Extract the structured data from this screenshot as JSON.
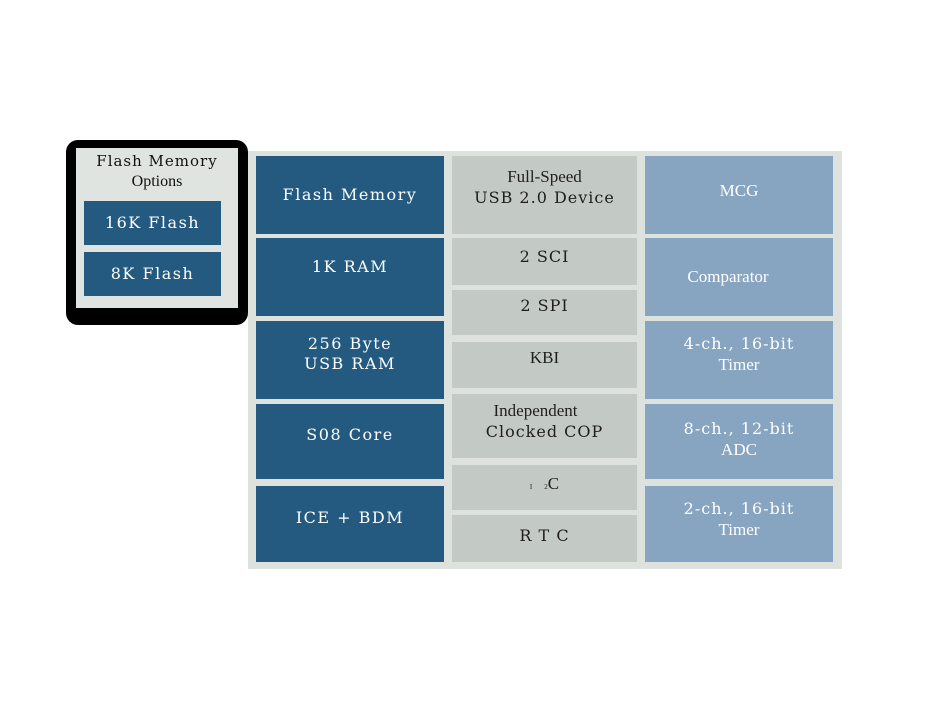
{
  "options": {
    "title_line1": "Flash Memory",
    "title_line2": "Options",
    "items": [
      "16K Flash",
      "8K Flash"
    ]
  },
  "col1": [
    "Flash Memory",
    "1K RAM",
    "256 Byte",
    "USB RAM",
    "S08 Core",
    "ICE + BDM"
  ],
  "col2": {
    "usb_line1": "Full-Speed",
    "usb_line2": "USB 2.0 Device",
    "sci": "2 SCI",
    "spi": "2 SPI",
    "kbi": "KBI",
    "cop_line1": "Independent",
    "cop_line2": "Clocked COP",
    "i2c_sub1": "I",
    "i2c_sub2": "2",
    "i2c_main": "C",
    "rtc": "R T C"
  },
  "col3": {
    "mcg": "MCG",
    "comparator": "Comparator",
    "timer1_line1": "4-ch., 16-bit",
    "timer1_line2": "Timer",
    "adc_line1": "8-ch., 12-bit",
    "adc_line2": "ADC",
    "timer2_line1": "2-ch., 16-bit",
    "timer2_line2": "Timer"
  },
  "colors": {
    "dark_blue": "#245a80",
    "light_blue": "#87a4c0",
    "gray": "#c3c9c4",
    "background": "#dde2de",
    "frame": "#000000"
  }
}
